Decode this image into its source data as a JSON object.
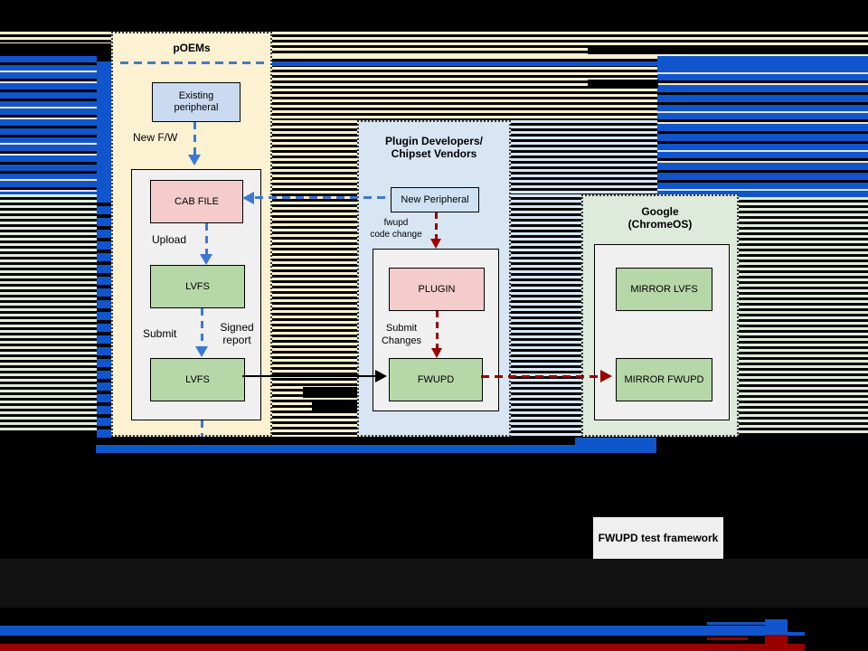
{
  "colors": {
    "glitch_blue": "#1155cc",
    "dash_blue": "#3c78d8",
    "dark_red": "#990000",
    "tan_stripe": "#fbf0ce",
    "green_stripe": "#dfecda",
    "lightblue_stripe": "#d8e5f3"
  },
  "groups": {
    "poems": {
      "title": "pOEMs",
      "boxes": {
        "existing_peripheral": [
          "Existing",
          "peripheral"
        ],
        "cab_file": "CAB FILE",
        "lvfs_upper": "LVFS",
        "lvfs_lower": "LVFS"
      },
      "labels": {
        "new_fw": "New F/W",
        "upload": "Upload",
        "submit": "Submit",
        "signed_report": [
          "Signed",
          "report"
        ]
      }
    },
    "plugin_vendors": {
      "title": [
        "Plugin Developers/",
        "Chipset Vendors"
      ],
      "boxes": {
        "new_peripheral": "New Peripheral",
        "plugin": "PLUGIN",
        "fwupd": "FWUPD"
      },
      "labels": {
        "fwupd_code_change": [
          "fwupd",
          "code change"
        ],
        "submit_changes": [
          "Submit",
          "Changes"
        ]
      }
    },
    "google": {
      "title": [
        "Google",
        "(ChromeOS)"
      ],
      "boxes": {
        "mirror_lvfs": "MIRROR LVFS",
        "mirror_fwupd": "MIRROR FWUPD"
      }
    },
    "test_framework": {
      "label": "FWUPD test framework"
    }
  }
}
